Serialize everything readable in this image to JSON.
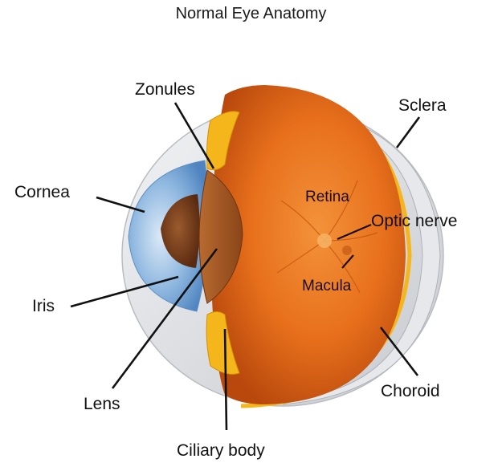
{
  "title": "Normal Eye Anatomy",
  "labels": {
    "zonules": "Zonules",
    "sclera": "Sclera",
    "cornea": "Cornea",
    "retina": "Retina",
    "optic_nerve": "Optic nerve",
    "macula": "Macula",
    "iris": "Iris",
    "lens": "Lens",
    "choroid": "Choroid",
    "ciliary_body": "Ciliary body"
  },
  "colors": {
    "eyeball_orange": "#e8701c",
    "sclera_gray": "#d9dbdf",
    "iris_blue": "#7aa9d6",
    "lens_brown": "#8a4a20",
    "ciliary_yellow": "#f4b61a"
  }
}
